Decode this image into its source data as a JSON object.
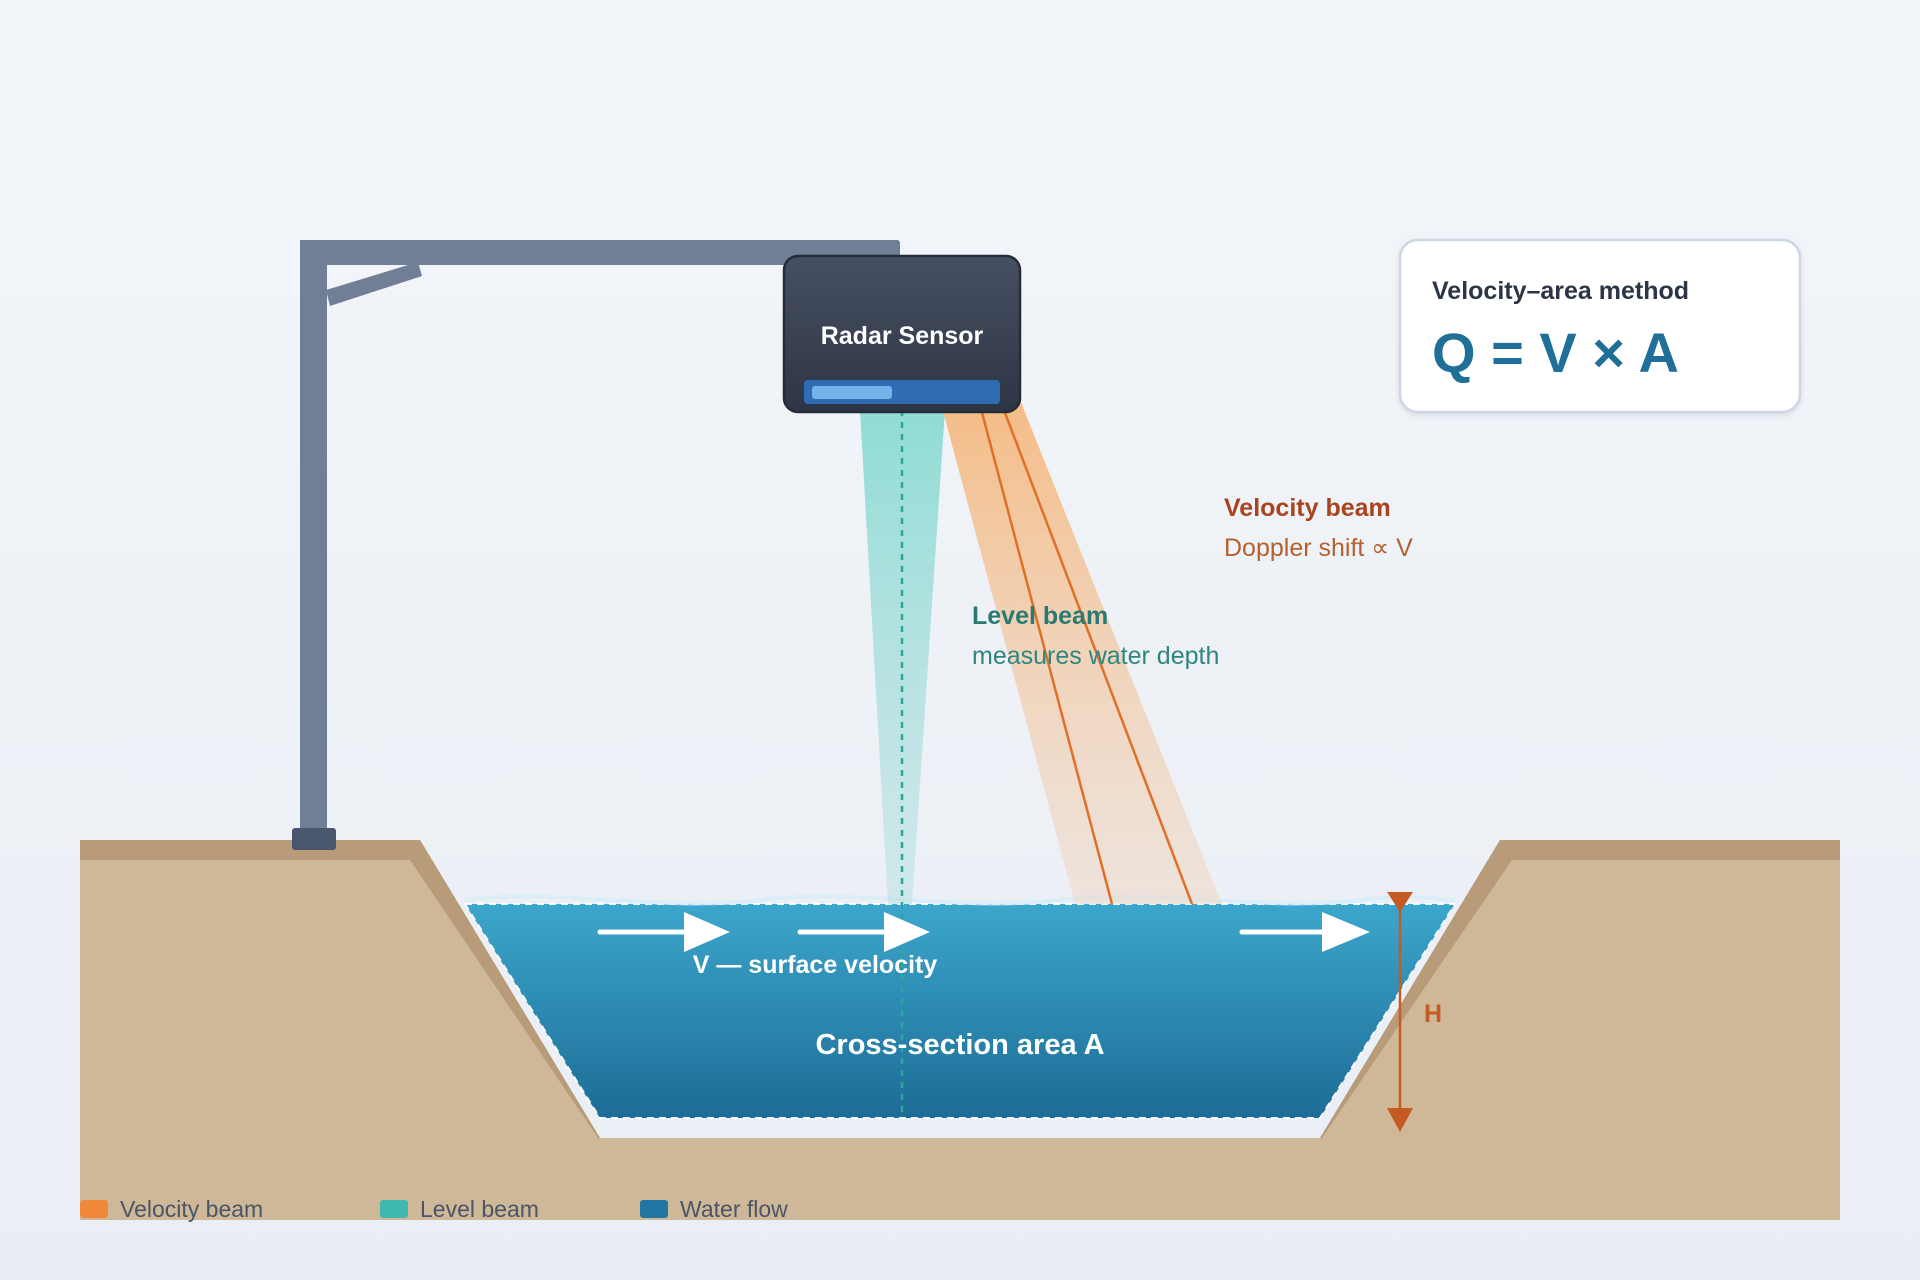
{
  "sensor": {
    "label": "Radar Sensor"
  },
  "formula_card": {
    "heading": "Velocity–area method",
    "equation": "Q = V × A"
  },
  "velocity_beam": {
    "title": "Velocity beam",
    "subtitle": "Doppler shift ∝  V"
  },
  "level_beam": {
    "title": "Level beam",
    "subtitle": "measures water depth"
  },
  "channel": {
    "surface_velocity_label": "V — surface velocity",
    "area_label": "Cross-section area A",
    "depth_label": "H"
  },
  "legend": [
    {
      "label": "Velocity beam",
      "color": "#f0883a"
    },
    {
      "label": "Level beam",
      "color": "#3fb8b0"
    },
    {
      "label": "Water flow",
      "color": "#2176a3"
    }
  ],
  "colors": {
    "velocity_accent": "#e07028",
    "velocity_text": "#a8441e",
    "level_text": "#2a7a74",
    "water_dark": "#1f6f98",
    "water_light": "#3ca6cc",
    "ground": "#cfb898",
    "ground_edge": "#b89b78",
    "mast": "#717f96",
    "sensor_body": "#353d4c",
    "formula_text": "#1f6f98"
  }
}
